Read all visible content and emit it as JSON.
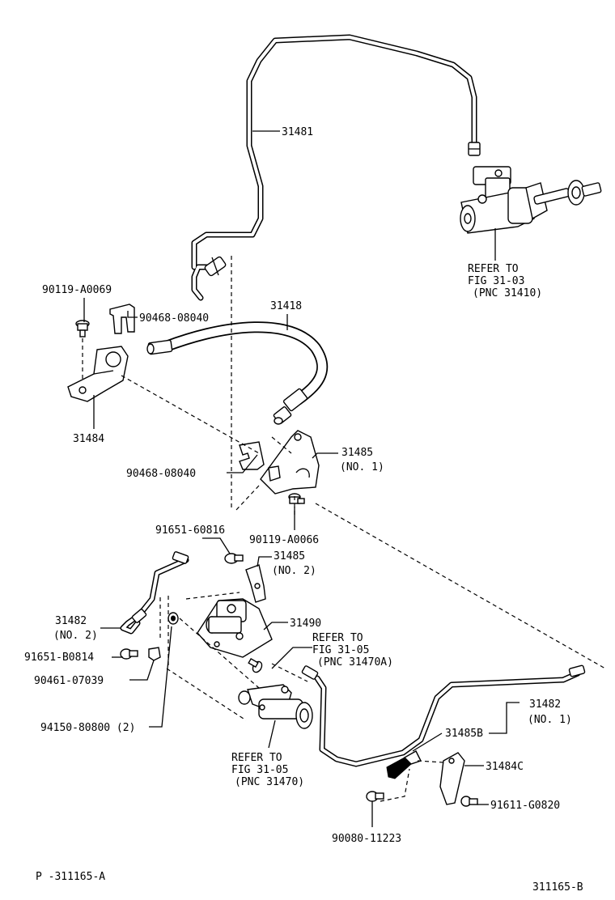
{
  "labels": {
    "p31481": "31481",
    "ref_fig_31_03_l1": "REFER TO",
    "ref_fig_31_03_l2": "FIG 31-03",
    "ref_fig_31_03_l3": "(PNC 31410)",
    "p90119_a0069": "90119-A0069",
    "p90468_08040_top": "90468-08040",
    "p31418": "31418",
    "p31484": "31484",
    "p31485_no1": "31485",
    "p31485_no1_sub": "(NO. 1)",
    "p90468_08040_mid": "90468-08040",
    "p91651_60816": "91651-60816",
    "p90119_a0066": "90119-A0066",
    "p31485_no2": "31485",
    "p31485_no2_sub": "(NO. 2)",
    "p31482_no2": "31482",
    "p31482_no2_sub": "(NO. 2)",
    "p31490": "31490",
    "ref_fig_31_05a_l1": "REFER TO",
    "ref_fig_31_05a_l2": "FIG 31-05",
    "ref_fig_31_05a_l3": "(PNC 31470A)",
    "p91651_b0814": "91651-B0814",
    "p90461_07039": "90461-07039",
    "p94150_80800": "94150-80800 (2)",
    "p31482_no1": "31482",
    "p31482_no1_sub": "(NO. 1)",
    "p31485b": "31485B",
    "p31484c": "31484C",
    "ref_fig_31_05_l1": "REFER TO",
    "ref_fig_31_05_l2": "FIG 31-05",
    "ref_fig_31_05_l3": "(PNC 31470)",
    "p91611_g0820": "91611-G0820",
    "p90080_11223": "90080-11223",
    "footer_left": "P -311165-A",
    "footer_right": "311165-B"
  }
}
